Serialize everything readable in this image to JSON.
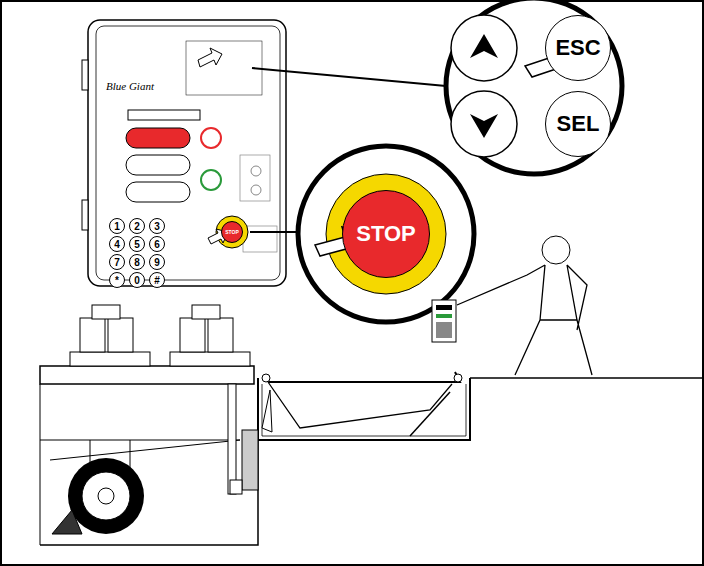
{
  "diagram": {
    "nodes": [
      {
        "text": [
          "ESC"
        ]
      },
      {
        "text": [
          "SEL"
        ]
      },
      {
        "text": [
          "STOP"
        ]
      },
      {
        "text": [
          "STOP"
        ]
      },
      {
        "text": [
          "1"
        ]
      },
      {
        "text": [
          "2"
        ]
      },
      {
        "text": [
          "3"
        ]
      },
      {
        "text": [
          "4"
        ]
      },
      {
        "text": [
          "5"
        ]
      },
      {
        "text": [
          "6"
        ]
      },
      {
        "text": [
          "7"
        ]
      },
      {
        "text": [
          "8"
        ]
      },
      {
        "text": [
          "9"
        ]
      },
      {
        "text": [
          "*"
        ]
      },
      {
        "text": [
          "0"
        ]
      },
      {
        "text": [
          "#"
        ]
      }
    ],
    "labels": [
      "Blue Giant"
    ]
  }
}
